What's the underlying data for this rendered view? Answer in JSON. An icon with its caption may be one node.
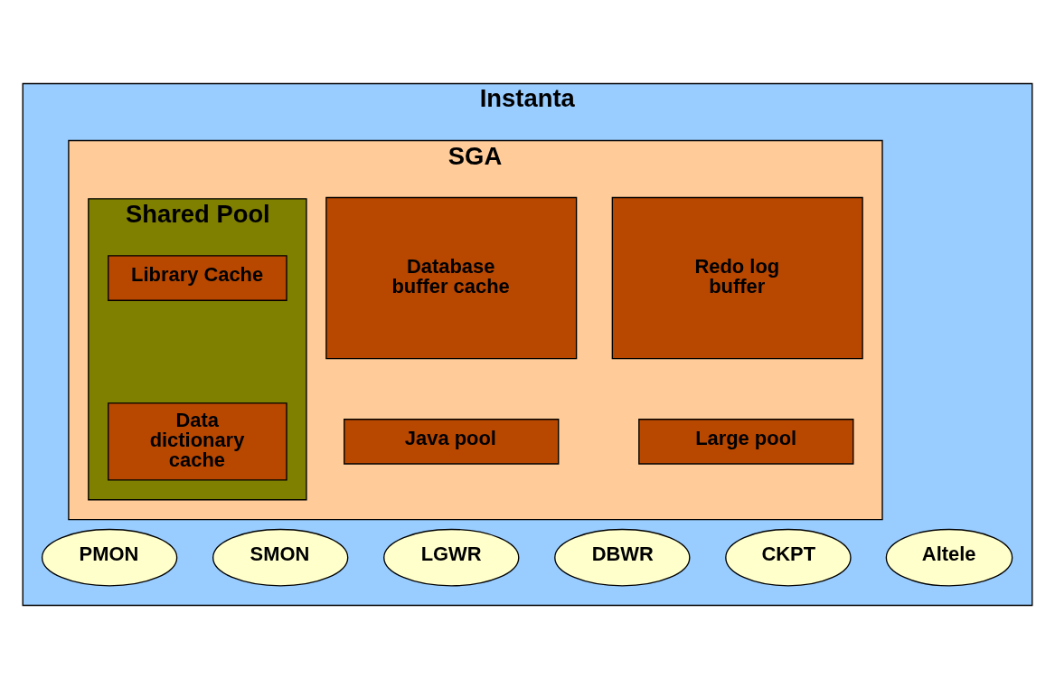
{
  "diagram": {
    "nodes": [
      {
        "text": [
          "Instanta"
        ]
      },
      {
        "text": [
          "SGA"
        ],
        "in": 0
      },
      {
        "text": [
          "Shared Pool"
        ],
        "in": 1
      },
      {
        "text": [
          "Library Cache"
        ],
        "in": 2
      },
      {
        "text": [
          "Data dictionary cache"
        ],
        "in": 2
      },
      {
        "text": [
          "Database buffer cache"
        ],
        "in": 1
      },
      {
        "text": [
          "Redo log buffer"
        ],
        "in": 1
      },
      {
        "text": [
          "Java pool"
        ],
        "in": 1
      },
      {
        "text": [
          "Large pool"
        ],
        "in": 1
      },
      {
        "text": [
          "PMON"
        ],
        "in": 0
      },
      {
        "text": [
          "SMON"
        ],
        "in": 0
      },
      {
        "text": [
          "LGWR"
        ],
        "in": 0
      },
      {
        "text": [
          "DBWR"
        ],
        "in": 0
      },
      {
        "text": [
          "CKPT"
        ],
        "in": 0
      },
      {
        "text": [
          "Altele"
        ],
        "in": 0
      }
    ],
    "edges": []
  }
}
